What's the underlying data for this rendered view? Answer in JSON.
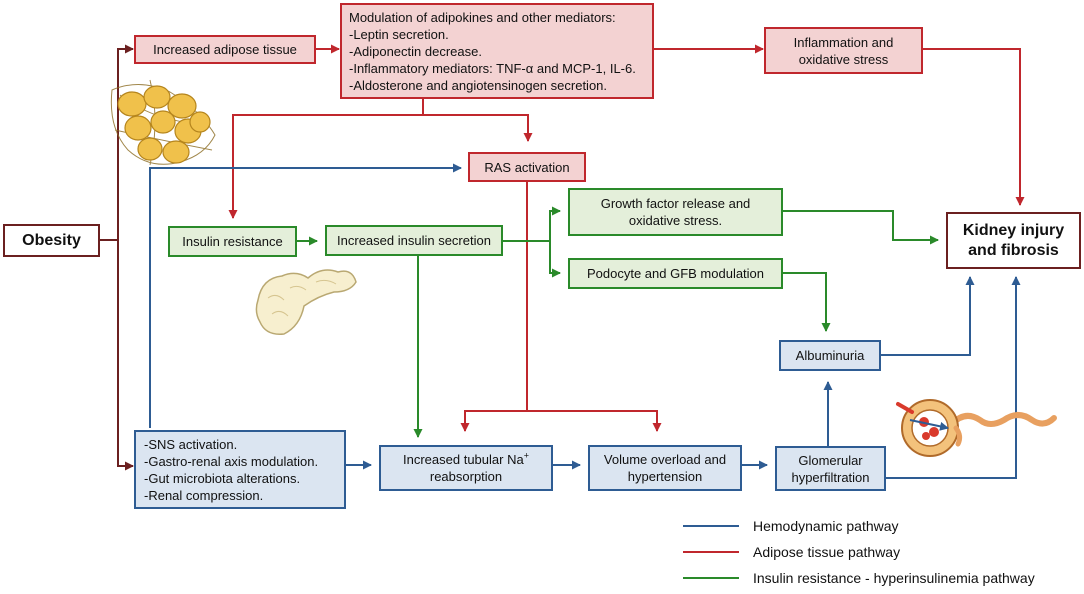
{
  "colors": {
    "hemodynamic": "#2e5c93",
    "adipose": "#c0272d",
    "insulin": "#2a8a2a",
    "obesity": "#6b2020"
  },
  "icons": [
    "adipocyte-cluster-icon",
    "pancreas-icon",
    "nephron-icon"
  ],
  "nodes": {
    "obesity": "Obesity",
    "adipose": "Increased adipose tissue",
    "adipokines": "Modulation of adipokines and other mediators:\n-Leptin secretion.\n-Adiponectin decrease.\n-Inflammatory mediators: TNF-α and MCP-1, IL-6.\n-Aldosterone and angiotensinogen secretion.",
    "inflammation": "Inflammation and\noxidative stress",
    "ras": "RAS activation",
    "insulin_resistance": "Insulin resistance",
    "insulin_secretion": "Increased insulin secretion",
    "growth_factor": "Growth factor release and\noxidative stress.",
    "podocyte": "Podocyte and GFB modulation",
    "kidney": "Kidney injury\nand fibrosis",
    "albuminuria": "Albuminuria",
    "sns": "-SNS activation.\n-Gastro-renal axis modulation.\n-Gut microbiota alterations.\n-Renal compression.",
    "tubular_line1": "Increased tubular Na",
    "tubular_sup": "+",
    "tubular_line2": "reabsorption",
    "volume": "Volume overload and\nhypertension",
    "glomerular": "Glomerular\nhyperfiltration"
  },
  "legend": [
    {
      "label": "Hemodynamic pathway"
    },
    {
      "label": "Adipose tissue pathway"
    },
    {
      "label": "Insulin resistance - hyperinsulinemia pathway"
    }
  ]
}
